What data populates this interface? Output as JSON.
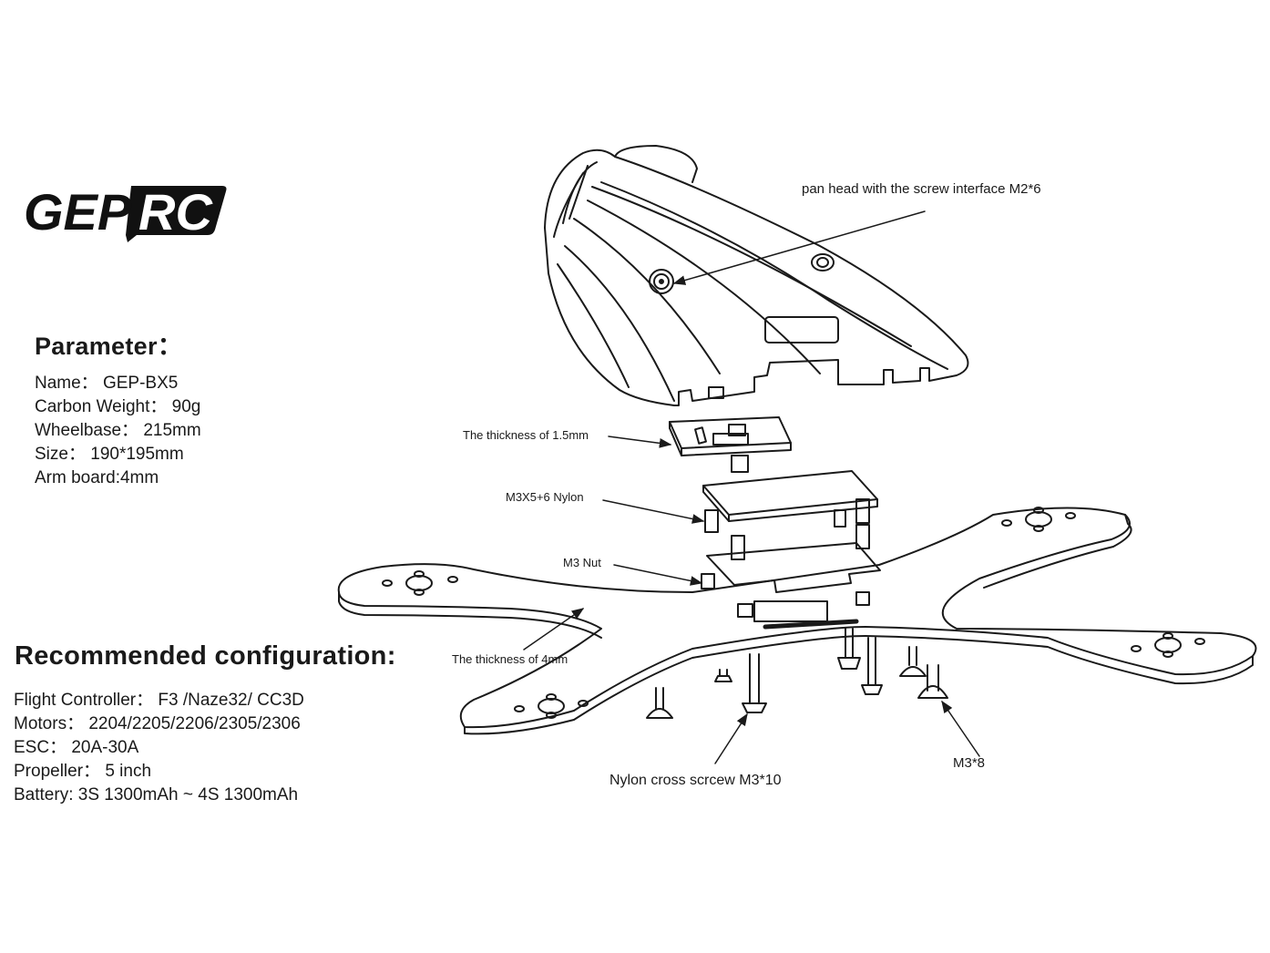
{
  "brand": {
    "logo_text_left": "GEP",
    "logo_text_right": "RC",
    "logo_icon": "geprc-logo"
  },
  "parameters": {
    "heading": "Parameter：",
    "items": [
      {
        "label": "Name：",
        "value": "GEP-BX5"
      },
      {
        "label": "Carbon Weight：",
        "value": "90g"
      },
      {
        "label": "Wheelbase：",
        "value": "215mm"
      },
      {
        "label": "Size：",
        "value": "190*195mm"
      },
      {
        "label": "Arm board:",
        "value": "4mm"
      }
    ]
  },
  "recommended": {
    "heading": "Recommended configuration:",
    "items": [
      {
        "label": "Flight Controller：",
        "value": "F3 /Naze32/ CC3D"
      },
      {
        "label": "Motors：",
        "value": "2204/2205/2206/2305/2306"
      },
      {
        "label": "ESC：",
        "value": "20A-30A"
      },
      {
        "label": "Propeller：",
        "value": "5 inch"
      },
      {
        "label": "Battery:",
        "value": "3S 1300mAh ~ 4S 1300mAh"
      }
    ]
  },
  "callouts": {
    "pan_head": "pan head with the screw interface M2*6",
    "plate_thickness": "The thickness of  1.5mm",
    "standoff": "M3X5+6 Nylon",
    "nut": "M3 Nut",
    "frame_thickness": "The thickness of  4mm",
    "nylon_screw": "Nylon cross scrcew M3*10",
    "m3_screw": "M3*8"
  },
  "colors": {
    "ink": "#1a1a1a",
    "background": "#ffffff"
  }
}
